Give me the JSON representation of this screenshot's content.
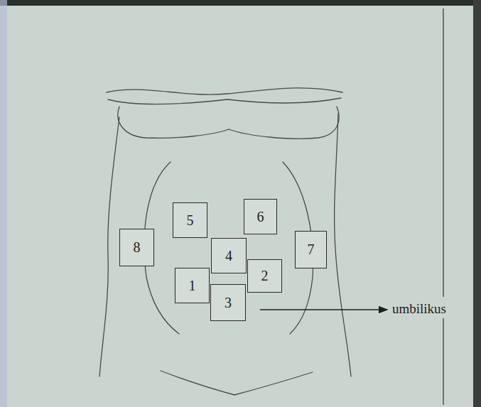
{
  "diagram": {
    "nodes": [
      {
        "text": [
          "5"
        ]
      },
      {
        "text": [
          "6"
        ]
      },
      {
        "text": [
          "8"
        ]
      },
      {
        "text": [
          "4"
        ]
      },
      {
        "text": [
          "7"
        ]
      },
      {
        "text": [
          "1"
        ]
      },
      {
        "text": [
          "2"
        ]
      },
      {
        "text": [
          "3"
        ]
      }
    ],
    "labels": [
      "umbilikus"
    ]
  }
}
